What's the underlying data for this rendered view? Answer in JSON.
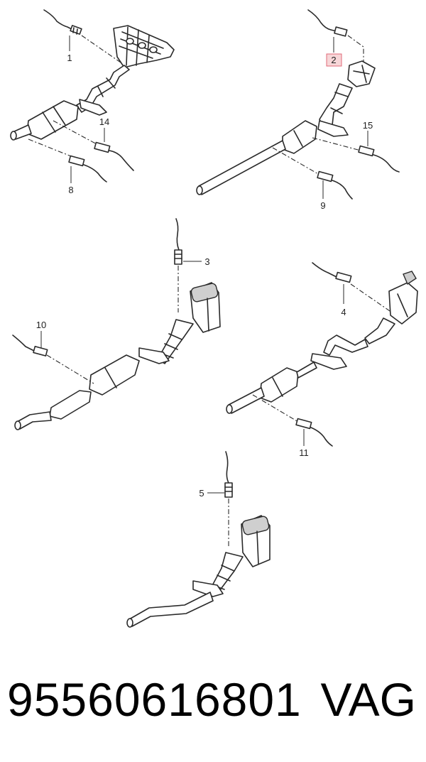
{
  "callouts": [
    "1",
    "2",
    "14",
    "15",
    "8",
    "9",
    "3",
    "4",
    "10",
    "11",
    "5"
  ],
  "highlighted_callout": "2",
  "footer": {
    "part_number": "95560616801",
    "brand": "VAG"
  }
}
